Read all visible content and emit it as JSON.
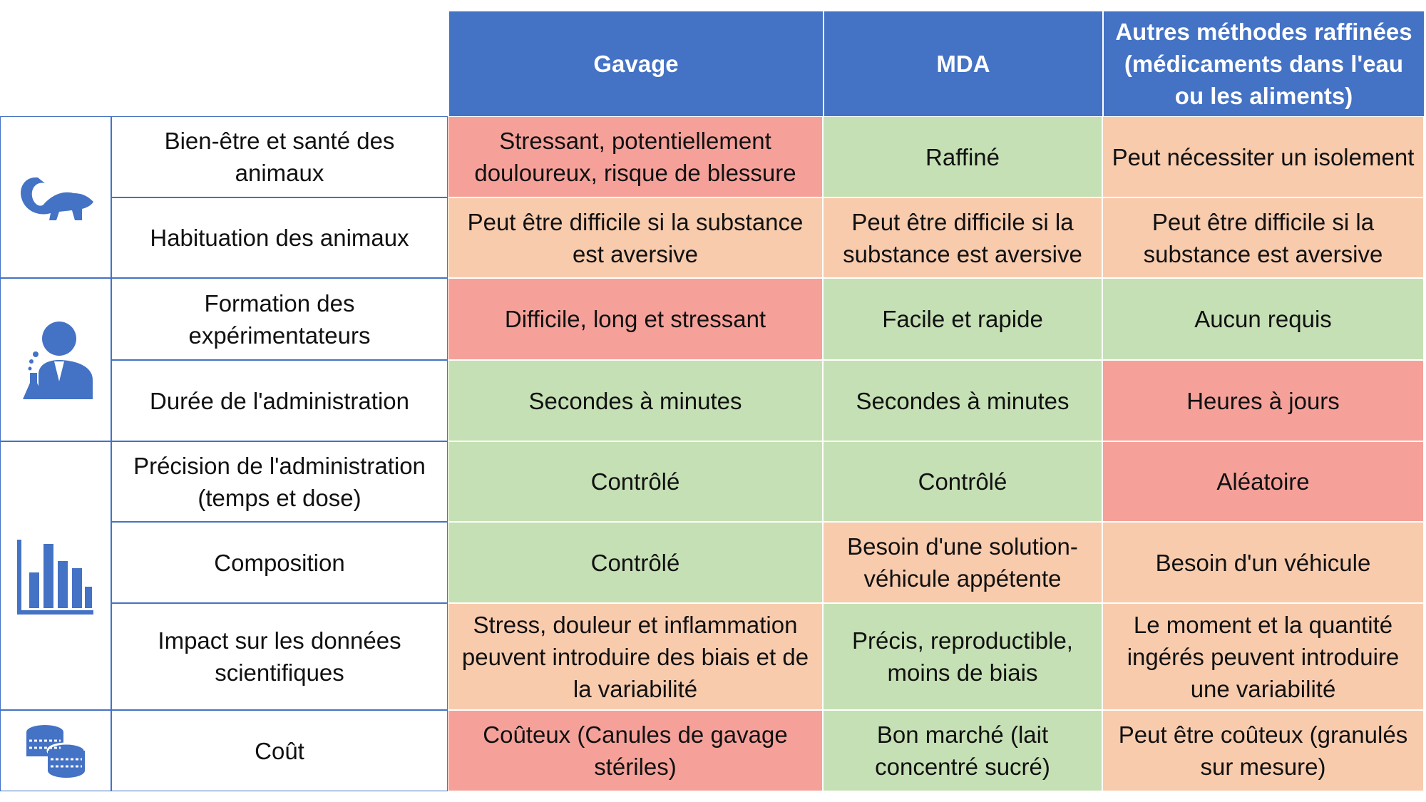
{
  "colors": {
    "header": "#4472C4",
    "red": "#F5A19A",
    "green": "#C5E0B4",
    "orange": "#F8CBAD"
  },
  "headers": [
    "Gavage",
    "MDA",
    "Autres méthodes raffinées (médicaments dans l'eau ou les aliments)"
  ],
  "rows": [
    {
      "label": "Bien-être et santé des animaux",
      "cells": [
        {
          "text": "Stressant, potentiellement douloureux, risque de blessure",
          "rating": "red"
        },
        {
          "text": "Raffiné",
          "rating": "green"
        },
        {
          "text": "Peut nécessiter un isolement",
          "rating": "orange"
        }
      ]
    },
    {
      "label": "Habituation des animaux",
      "cells": [
        {
          "text": "Peut être difficile si la substance est aversive",
          "rating": "orange"
        },
        {
          "text": "Peut être difficile si la substance est aversive",
          "rating": "orange"
        },
        {
          "text": "Peut être difficile si la substance est aversive",
          "rating": "orange"
        }
      ]
    },
    {
      "label": "Formation des expérimentateurs",
      "cells": [
        {
          "text": "Difficile, long et stressant",
          "rating": "red"
        },
        {
          "text": "Facile et rapide",
          "rating": "green"
        },
        {
          "text": "Aucun requis",
          "rating": "green"
        }
      ]
    },
    {
      "label": "Durée de l'administration",
      "cells": [
        {
          "text": "Secondes à minutes",
          "rating": "green"
        },
        {
          "text": "Secondes à minutes",
          "rating": "green"
        },
        {
          "text": "Heures à jours",
          "rating": "red"
        }
      ]
    },
    {
      "label": "Précision de l'administration (temps et dose)",
      "cells": [
        {
          "text": "Contrôlé",
          "rating": "green"
        },
        {
          "text": "Contrôlé",
          "rating": "green"
        },
        {
          "text": "Aléatoire",
          "rating": "red"
        }
      ]
    },
    {
      "label": "Composition",
      "cells": [
        {
          "text": "Contrôlé",
          "rating": "green"
        },
        {
          "text": "Besoin d'une solution-véhicule appétente",
          "rating": "orange"
        },
        {
          "text": "Besoin d'un véhicule",
          "rating": "orange"
        }
      ]
    },
    {
      "label": "Impact sur les données scientifiques",
      "cells": [
        {
          "text": "Stress, douleur et inflammation peuvent introduire des biais et de la variabilité",
          "rating": "orange"
        },
        {
          "text": "Précis, reproductible, moins de biais",
          "rating": "green"
        },
        {
          "text": "Le moment et la quantité ingérés peuvent introduire une variabilité",
          "rating": "orange"
        }
      ]
    },
    {
      "label": "Coût",
      "cells": [
        {
          "text": "Coûteux (Canules de gavage stériles)",
          "rating": "red"
        },
        {
          "text": "Bon marché (lait concentré sucré)",
          "rating": "green"
        },
        {
          "text": "Peut être coûteux (granulés sur mesure)",
          "rating": "orange"
        }
      ]
    }
  ],
  "icons": [
    "mouse-icon",
    "scientist-icon",
    "bar-chart-icon",
    "coins-icon"
  ]
}
